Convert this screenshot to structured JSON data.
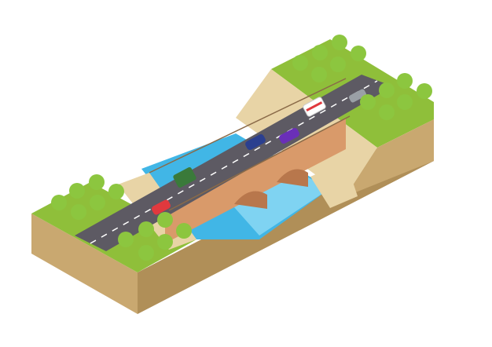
{
  "scene": {
    "subject": "isometric-bridge-over-river",
    "colors": {
      "background": "#ffffff",
      "grass_top": "#8fbf3a",
      "soil_front": "#c9a870",
      "soil_side": "#b08f58",
      "sand": "#e8d4a6",
      "water": "#41b6e6",
      "water_light": "#7fd3f2",
      "road": "#5d5a63",
      "bridge": "#d99a6a",
      "bridge_dark": "#b8774c",
      "tree_leaf": "#8cc63f",
      "tree_dark": "#6fa52c"
    },
    "vehicles": [
      {
        "name": "green-suv",
        "color": "#3a7a3a"
      },
      {
        "name": "red-car",
        "color": "#e0393e"
      },
      {
        "name": "blue-car",
        "color": "#2b3f8f"
      },
      {
        "name": "purple-car",
        "color": "#6a2fb8"
      },
      {
        "name": "ambulance",
        "color": "#ffffff"
      },
      {
        "name": "gray-car",
        "color": "#9aa0a6"
      }
    ]
  }
}
